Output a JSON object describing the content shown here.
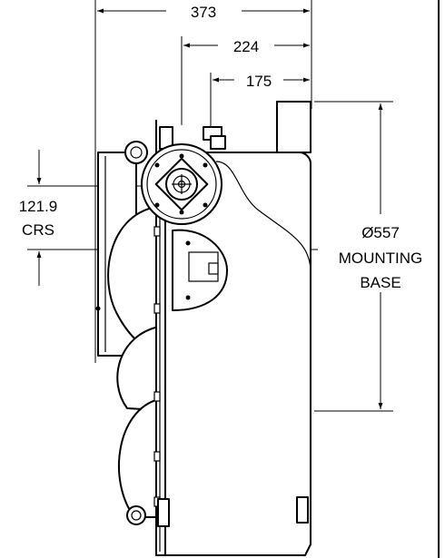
{
  "dimensions": {
    "width_overall": "373",
    "width_mid": "224",
    "width_inner": "175",
    "centres_value": "121.9",
    "centres_unit": "CRS",
    "base_diameter": "Ø557",
    "base_label_1": "MOUNTING",
    "base_label_2": "BASE"
  }
}
